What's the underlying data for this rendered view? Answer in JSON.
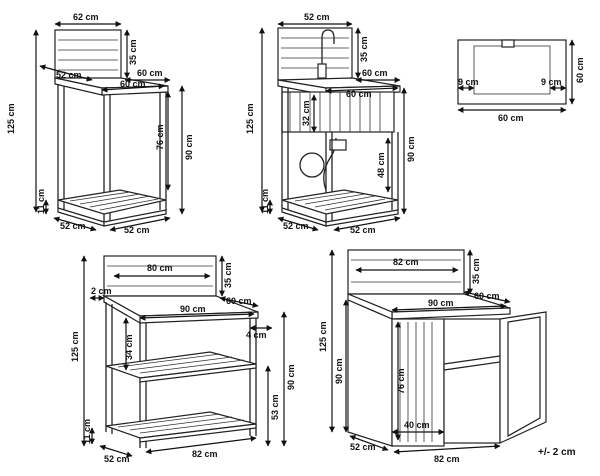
{
  "product_a": {
    "top_width": "62 cm",
    "back_height": "35 cm",
    "shelf_depth": "52 cm",
    "side_depth": "60 cm",
    "counter_width": "60 cm",
    "total_height": "125 cm",
    "inner_height": "76 cm",
    "counter_height": "90 cm",
    "foot_height": "11 cm",
    "base_depth": "52 cm",
    "base_width": "52 cm"
  },
  "product_b": {
    "top_width": "52 cm",
    "back_height": "35 cm",
    "side_depth": "60 cm",
    "counter_width": "60 cm",
    "total_height": "125 cm",
    "basin_depth": "32 cm",
    "counter_height": "90 cm",
    "cabinet_height": "48 cm",
    "foot_height": "11 cm",
    "base_depth": "52 cm",
    "base_width": "52 cm"
  },
  "top_view": {
    "width": "60 cm",
    "depth": "60 cm",
    "left_margin": "9 cm",
    "right_margin": "9 cm"
  },
  "product_c": {
    "back_width": "80 cm",
    "back_height": "35 cm",
    "edge": "2 cm",
    "top_width": "90 cm",
    "side_depth": "60 cm",
    "overhang": "4 cm",
    "total_height": "125 cm",
    "shelf_gap": "34 cm",
    "counter_height": "90 cm",
    "lower_height": "53 cm",
    "foot_height": "11 cm",
    "base_depth": "52 cm",
    "base_width": "82 cm"
  },
  "product_d": {
    "back_width": "82 cm",
    "back_height": "35 cm",
    "top_width": "90 cm",
    "side_depth": "60 cm",
    "total_height": "125 cm",
    "counter_height": "90 cm",
    "cabinet_height": "76 cm",
    "shelf_width": "40 cm",
    "base_depth": "52 cm",
    "base_width": "82 cm"
  },
  "tolerance": "+/- 2 cm"
}
